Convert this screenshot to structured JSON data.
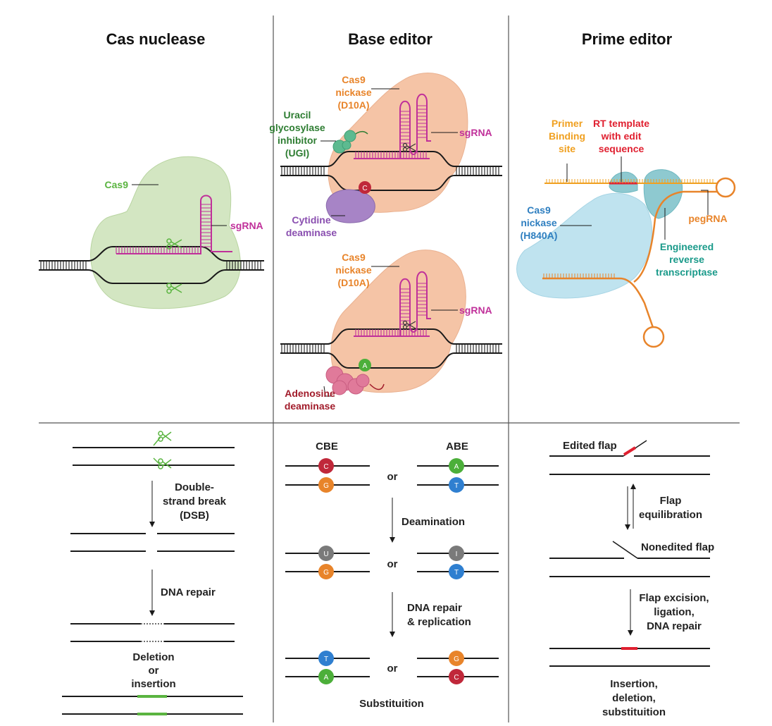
{
  "panels": {
    "cas_nuclease": {
      "title": "Cas nuclease",
      "cas9_label": "Cas9",
      "sgrna_label": "sgRNA",
      "steps": [
        "Double-",
        "strand break",
        "(DSB)"
      ],
      "repair_label": "DNA repair",
      "outcome": [
        "Deletion",
        "or",
        "insertion"
      ]
    },
    "base_editor": {
      "title": "Base editor",
      "cbe_protein": [
        "Cas9",
        "nickase",
        "(D10A)"
      ],
      "ugi": [
        "Uracil",
        "glycosylase",
        "inhibitor",
        "(UGI)"
      ],
      "sgrna_label": "sgRNA",
      "cytidine": [
        "Cytidine",
        "deaminase"
      ],
      "abe_protein": [
        "Cas9",
        "nickase",
        "(D10A)"
      ],
      "sgrna_label2": "sgRNA",
      "adenosine": [
        "Adenosine",
        "deaminase"
      ],
      "cbe_label": "CBE",
      "abe_label": "ABE",
      "or_label": "or",
      "deamination": "Deamination",
      "repair": [
        "DNA repair",
        "& replication"
      ],
      "outcome": "Substituition",
      "bases": {
        "cbe_row1": [
          "C",
          "G"
        ],
        "abe_row1": [
          "A",
          "T"
        ],
        "cbe_row2": [
          "U",
          "G"
        ],
        "abe_row2": [
          "I",
          "T"
        ],
        "cbe_row3": [
          "T",
          "A"
        ],
        "abe_row3": [
          "G",
          "C"
        ]
      }
    },
    "prime_editor": {
      "title": "Prime editor",
      "pbs": [
        "Primer",
        "Binding",
        "site"
      ],
      "rt_template": [
        "RT template",
        "with edit",
        "sequence"
      ],
      "cas9": [
        "Cas9",
        "nickase",
        "(H840A)"
      ],
      "pegrna": "pegRNA",
      "rt": [
        "Engineered",
        "reverse",
        "transcriptase"
      ],
      "edited_flap": "Edited flap",
      "equilibration": [
        "Flap",
        "equilibration"
      ],
      "nonedited_flap": "Nonedited flap",
      "excision": [
        "Flap excision,",
        "ligation,",
        "DNA repair"
      ],
      "outcome": [
        "Insertion,",
        "deletion,",
        "substituition"
      ]
    }
  },
  "colors": {
    "cas9_green": "#5ab440",
    "sgrna_magenta": "#c0309a",
    "nickase_orange": "#e8842a",
    "ugi_green": "#2e7d32",
    "cytidine_purple": "#8a4fb0",
    "adenosine_red": "#a11b2a",
    "cas9_blue": "#2f7fc0",
    "rt_teal": "#1a9a8a",
    "rt_red": "#e02030",
    "pbs_orange": "#f0a020",
    "base_C": "#c0283a",
    "base_G": "#e8842a",
    "base_A": "#4caf3a",
    "base_T": "#2f7fd0",
    "base_U": "#7a7a7a",
    "base_I": "#7a7a7a"
  }
}
